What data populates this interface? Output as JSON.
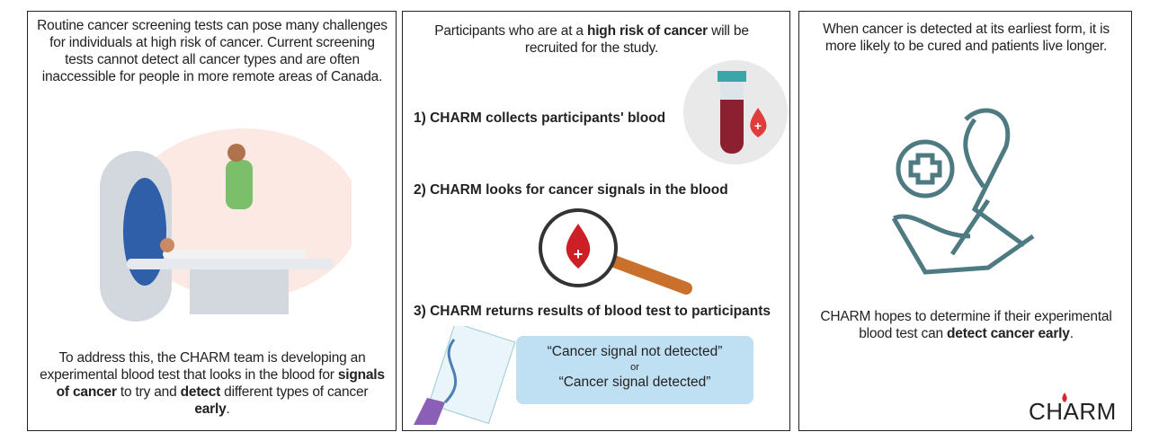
{
  "panel1": {
    "intro": "Routine cancer screening tests can pose many challenges for individuals at high risk of cancer. Current screening tests cannot detect all cancer types and are often inaccessible for people in more remote areas of Canada.",
    "outro_a": "To address this, the CHARM team is developing an experimental blood test that looks in the blood for ",
    "outro_b": "signals of cancer",
    "outro_c": " to try and ",
    "outro_d": "detect",
    "outro_e": " different types of cancer ",
    "outro_f": "early",
    "outro_g": "."
  },
  "panel2": {
    "intro_a": "Participants who are at a ",
    "intro_b": "high risk of cancer",
    "intro_c": " will be recruited for the study.",
    "step1": "1) CHARM collects participants' blood",
    "step2": "2) CHARM looks for cancer signals in the blood",
    "step3": "3) CHARM returns results of blood test to participants",
    "result1": "“Cancer signal not detected”",
    "result_or": "or",
    "result2": "“Cancer signal detected”"
  },
  "panel3": {
    "intro": "When cancer is detected at its earliest form, it is more likely to be cured and patients live longer.",
    "outro_a": "CHARM hopes to determine if their experimental blood test can ",
    "outro_b": "detect cancer early",
    "outro_c": ".",
    "logo": "CHARM"
  },
  "colors": {
    "accent_red": "#d9262e",
    "bubble": "#bfe0f3",
    "icon_teal": "#4e7a82"
  }
}
